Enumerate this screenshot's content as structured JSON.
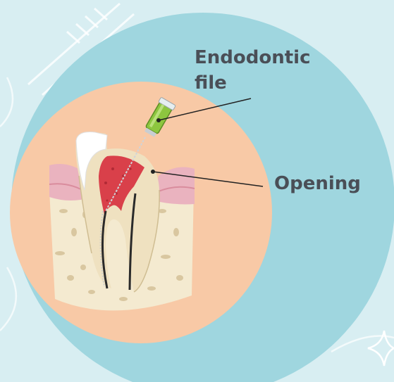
{
  "labels": {
    "file_line1": "Endodontic",
    "file_line2": "file",
    "opening": "Opening"
  },
  "colors": {
    "background": "#d8eef2",
    "outer_circle": "#9fd6df",
    "inner_circle": "#f8c9a6",
    "bone": "#f4ead0",
    "gum": "#eab3bf",
    "enamel": "#ffffff",
    "dentin": "#efe1c0",
    "pulp": "#d9404a",
    "file_handle": "#8dc63f",
    "leader_line": "#222222"
  },
  "icons": [
    "toothbrush-outline-icon",
    "sparkle-outline-icon"
  ]
}
